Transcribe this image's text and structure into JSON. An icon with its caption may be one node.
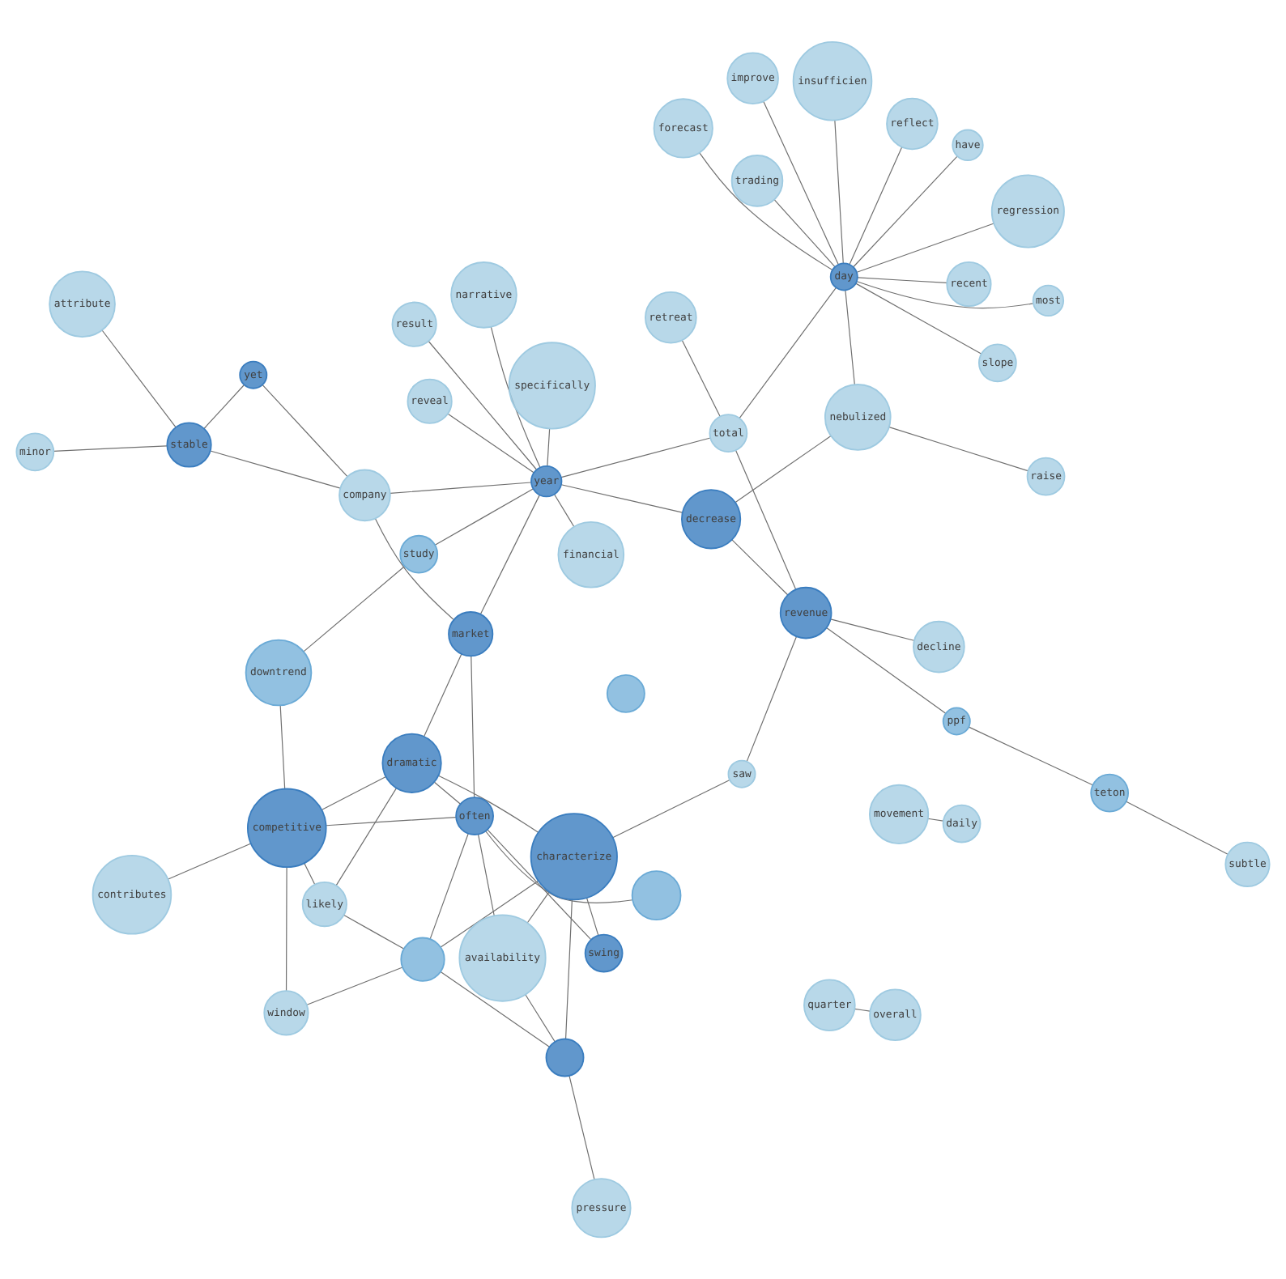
{
  "diagram": {
    "nodes": [
      {
        "text": [],
        "shape": "circle"
      },
      {
        "text": [
          "pressure"
        ]
      },
      {
        "text": [
          "saw"
        ]
      },
      {
        "text": [
          "improve"
        ]
      },
      {
        "text": [
          "often"
        ]
      },
      {
        "text": [
          "movement"
        ]
      },
      {
        "text": [
          "likely"
        ]
      },
      {
        "text": [
          "characterize"
        ]
      },
      {
        "text": [
          "slope"
        ]
      },
      {
        "text": [
          "swing"
        ]
      },
      {
        "text": [
          "competitive"
        ]
      },
      {
        "text": [
          "company"
        ]
      },
      {
        "text": [
          "contributes"
        ]
      },
      {
        "text": [],
        "shape": "circle"
      },
      {
        "text": [
          "quarter"
        ]
      },
      {
        "text": [
          "daily"
        ]
      },
      {
        "text": [
          "have"
        ]
      },
      {
        "text": [
          "window"
        ]
      },
      {
        "text": [
          "dramatic"
        ]
      },
      {
        "text": [
          "raise"
        ]
      },
      {
        "text": [
          "result"
        ]
      },
      {
        "text": [
          "yet"
        ]
      },
      {
        "text": [
          "study"
        ]
      },
      {
        "text": [
          "attribute"
        ]
      },
      {
        "text": [
          "availability"
        ]
      },
      {
        "text": [],
        "shape": "circle"
      },
      {
        "text": [],
        "shape": "circle"
      },
      {
        "text": [
          "nebulized"
        ]
      },
      {
        "text": [
          "insufficien"
        ]
      },
      {
        "text": [
          "market"
        ]
      },
      {
        "text": [
          "revenue"
        ]
      },
      {
        "text": [
          "subtle"
        ]
      },
      {
        "text": [
          "day"
        ]
      },
      {
        "text": [
          "most"
        ]
      },
      {
        "text": [
          "reflect"
        ]
      },
      {
        "text": [
          "downtrend"
        ]
      },
      {
        "text": [
          "year"
        ]
      },
      {
        "text": [
          "total"
        ]
      },
      {
        "text": [
          "specifically"
        ]
      },
      {
        "text": [
          "stable"
        ]
      },
      {
        "text": [
          "decline"
        ]
      },
      {
        "text": [
          "narrative"
        ]
      },
      {
        "text": [
          "reveal"
        ]
      },
      {
        "text": [
          "forecast"
        ]
      },
      {
        "text": [
          "retreat"
        ]
      },
      {
        "text": [
          "decrease"
        ]
      },
      {
        "text": [
          "ppf"
        ]
      },
      {
        "text": [
          "minor"
        ]
      },
      {
        "text": [
          "regression"
        ]
      },
      {
        "text": [
          "trading"
        ]
      },
      {
        "text": [
          "teton"
        ]
      },
      {
        "text": [
          "recent"
        ]
      },
      {
        "text": [
          "overall"
        ]
      },
      {
        "text": [
          "financial"
        ]
      }
    ],
    "edges": [
      {
        "from": 1,
        "to": 0,
        "arrow": "none"
      },
      {
        "from": 0,
        "to": 25,
        "arrow": "none"
      },
      {
        "from": 0,
        "to": 7,
        "arrow": "none"
      },
      {
        "from": 0,
        "to": 24,
        "arrow": "none"
      },
      {
        "from": 2,
        "to": 30,
        "arrow": "none"
      },
      {
        "from": 2,
        "to": 7,
        "arrow": "none"
      },
      {
        "from": 3,
        "to": 32,
        "arrow": "none"
      },
      {
        "from": 4,
        "to": 10,
        "arrow": "none"
      },
      {
        "from": 4,
        "to": 9,
        "arrow": "none"
      },
      {
        "from": 4,
        "to": 24,
        "arrow": "none"
      },
      {
        "from": 4,
        "to": 29,
        "arrow": "none"
      },
      {
        "from": 4,
        "to": 25,
        "arrow": "none"
      },
      {
        "from": 4,
        "to": 18,
        "arrow": "none"
      },
      {
        "from": 4,
        "to": 13,
        "arrow": "none"
      },
      {
        "from": 9,
        "to": 7,
        "arrow": "none"
      },
      {
        "from": 10,
        "to": 6,
        "arrow": "none"
      },
      {
        "from": 10,
        "to": 18,
        "arrow": "none"
      },
      {
        "from": 10,
        "to": 17,
        "arrow": "none"
      },
      {
        "from": 12,
        "to": 10,
        "arrow": "none"
      },
      {
        "from": 5,
        "to": 15,
        "arrow": "none"
      },
      {
        "from": 11,
        "to": 21,
        "arrow": "none"
      },
      {
        "from": 11,
        "to": 39,
        "arrow": "none"
      },
      {
        "from": 11,
        "to": 29,
        "arrow": "none"
      },
      {
        "from": 11,
        "to": 36,
        "arrow": "none"
      },
      {
        "from": 10,
        "to": 35,
        "arrow": "none"
      },
      {
        "from": 6,
        "to": 25,
        "arrow": "none"
      },
      {
        "from": 6,
        "to": 18,
        "arrow": "none"
      },
      {
        "from": 7,
        "to": 24,
        "arrow": "none"
      },
      {
        "from": 7,
        "to": 25,
        "arrow": "none"
      },
      {
        "from": 7,
        "to": 18,
        "arrow": "none"
      },
      {
        "from": 8,
        "to": 32,
        "arrow": "none"
      },
      {
        "from": 14,
        "to": 52,
        "arrow": "none"
      },
      {
        "from": 16,
        "to": 32,
        "arrow": "none"
      },
      {
        "from": 17,
        "to": 25,
        "arrow": "none"
      },
      {
        "from": 18,
        "to": 29,
        "arrow": "none"
      },
      {
        "from": 19,
        "to": 27,
        "arrow": "none"
      },
      {
        "from": 27,
        "to": 32,
        "arrow": "none"
      },
      {
        "from": 27,
        "to": 45,
        "arrow": "none"
      },
      {
        "from": 28,
        "to": 32,
        "arrow": "none"
      },
      {
        "from": 33,
        "to": 32,
        "arrow": "none"
      },
      {
        "from": 34,
        "to": 32,
        "arrow": "none"
      },
      {
        "from": 32,
        "to": 49,
        "arrow": "none"
      },
      {
        "from": 32,
        "to": 48,
        "arrow": "none"
      },
      {
        "from": 32,
        "to": 51,
        "arrow": "none"
      },
      {
        "from": 32,
        "to": 43,
        "arrow": "none"
      },
      {
        "from": 32,
        "to": 37,
        "arrow": "none"
      },
      {
        "from": 36,
        "to": 37,
        "arrow": "none"
      },
      {
        "from": 36,
        "to": 38,
        "arrow": "none"
      },
      {
        "from": 36,
        "to": 29,
        "arrow": "none"
      },
      {
        "from": 36,
        "to": 22,
        "arrow": "none"
      },
      {
        "from": 36,
        "to": 42,
        "arrow": "none"
      },
      {
        "from": 36,
        "to": 41,
        "arrow": "none"
      },
      {
        "from": 36,
        "to": 53,
        "arrow": "none"
      },
      {
        "from": 36,
        "to": 45,
        "arrow": "none"
      },
      {
        "from": 36,
        "to": 20,
        "arrow": "none"
      },
      {
        "from": 30,
        "to": 37,
        "arrow": "none"
      },
      {
        "from": 30,
        "to": 45,
        "arrow": "none"
      },
      {
        "from": 30,
        "to": 40,
        "arrow": "none"
      },
      {
        "from": 30,
        "to": 46,
        "arrow": "none"
      },
      {
        "from": 21,
        "to": 39,
        "arrow": "none"
      },
      {
        "from": 22,
        "to": 35,
        "arrow": "none"
      },
      {
        "from": 23,
        "to": 39,
        "arrow": "none"
      },
      {
        "from": 31,
        "to": 50,
        "arrow": "none"
      },
      {
        "from": 39,
        "to": 47,
        "arrow": "none"
      },
      {
        "from": 37,
        "to": 44,
        "arrow": "none"
      },
      {
        "from": 46,
        "to": 50,
        "arrow": "none"
      }
    ]
  }
}
